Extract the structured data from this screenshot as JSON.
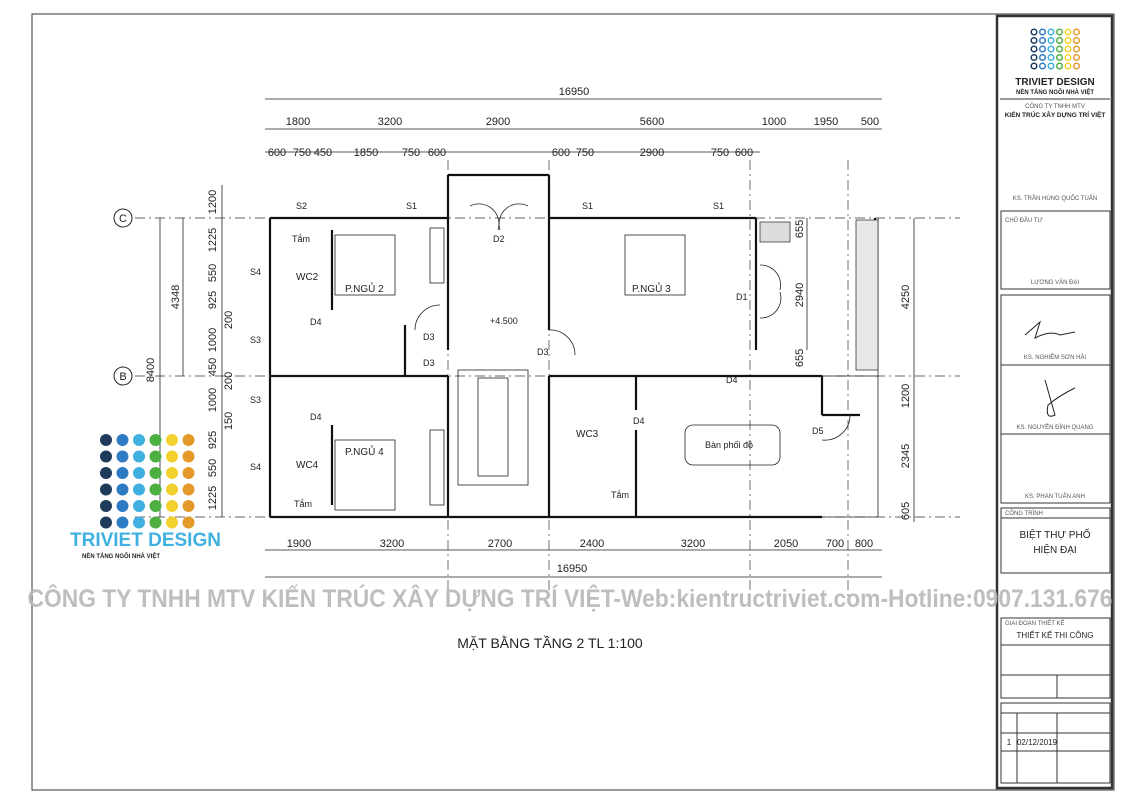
{
  "drawing": {
    "title": "MẶT BẰNG TẦNG 2 TL 1:100",
    "watermark": "CÔNG TY TNHH MTV KIẾN TRÚC XÂY DỰNG TRÍ VIỆT-Web:kientructriviet.com-Hotline:0907.131.676",
    "axes": [
      "C",
      "B"
    ],
    "level_mark": "+4.500",
    "rooms": {
      "bed2": "P.NGỦ 2",
      "bed3": "P.NGỦ 3",
      "bed4": "P.NGỦ 4",
      "wc2": "WC2",
      "wc3": "WC3",
      "wc4": "WC4",
      "dressing": "Bàn phối đồ",
      "bath_a": "Tắm",
      "bath_b": "Tắm",
      "bath_c": "Tắm"
    },
    "tags": [
      "S2",
      "S1",
      "S1",
      "S1",
      "S4",
      "S3",
      "S3",
      "S4",
      "D2",
      "D4",
      "D3",
      "D3",
      "D3",
      "D1",
      "D4",
      "D4",
      "D4",
      "D5"
    ],
    "dims_top_total": "16950",
    "dims_top_mid": [
      "1800",
      "3200",
      "2900",
      "5600",
      "1000",
      "1950",
      "500"
    ],
    "dims_top_fine": [
      "600",
      "750",
      "450",
      "1850",
      "750",
      "600",
      "600",
      "750",
      "2900",
      "750",
      "600"
    ],
    "dims_bottom": [
      "1900",
      "3200",
      "2700",
      "2400",
      "3200",
      "2050",
      "700",
      "800"
    ],
    "dims_bottom_total": "16950",
    "dims_left": [
      "1200",
      "1225",
      "550",
      "925",
      "200",
      "1000",
      "450",
      "200",
      "1000",
      "150",
      "925",
      "550",
      "1225"
    ],
    "dims_left_mid": "4348",
    "dims_left_total": "8400",
    "dims_right_inner": [
      "655",
      "2940",
      "655"
    ],
    "dims_right_outer": [
      "4250",
      "1200",
      "2345",
      "605"
    ]
  },
  "logo": {
    "brand": "TRIVIET DESIGN",
    "tagline": "NỀN TẢNG NGÔI NHÀ VIỆT",
    "colors": [
      "#1f3b5c",
      "#2e7bc4",
      "#3fb0e0",
      "#4caf3f",
      "#f2d12e",
      "#e39a2b"
    ]
  },
  "title_block": {
    "brand": "TRIVIET DESIGN",
    "tagline": "NỀN TẢNG NGÔI NHÀ VIỆT",
    "company_prefix": "CÔNG TY TNHH MTV",
    "company": "KIẾN TRÚC XÂY DỰNG TRÍ VIỆT",
    "director": "KS. TRẦN HÙNG QUỐC TUẤN",
    "owner_label": "CHỦ ĐẦU TƯ",
    "owner": "LƯƠNG VĂN ĐẠI",
    "signer1": "KS. NGHIÊM SƠN HẢI",
    "signer2": "KS. NGUYỄN ĐÌNH QUANG",
    "signer3": "KS. PHAN TUẤN ANH",
    "project_label": "CÔNG TRÌNH",
    "project_line1": "BIỆT THỰ PHỐ",
    "project_line2": "HIỆN ĐẠI",
    "stage_label": "GIAI ĐOẠN THIẾT KẾ",
    "stage": "THIẾT KẾ THI CÔNG",
    "rev_no": "1",
    "rev_date": "02/12/2019"
  }
}
